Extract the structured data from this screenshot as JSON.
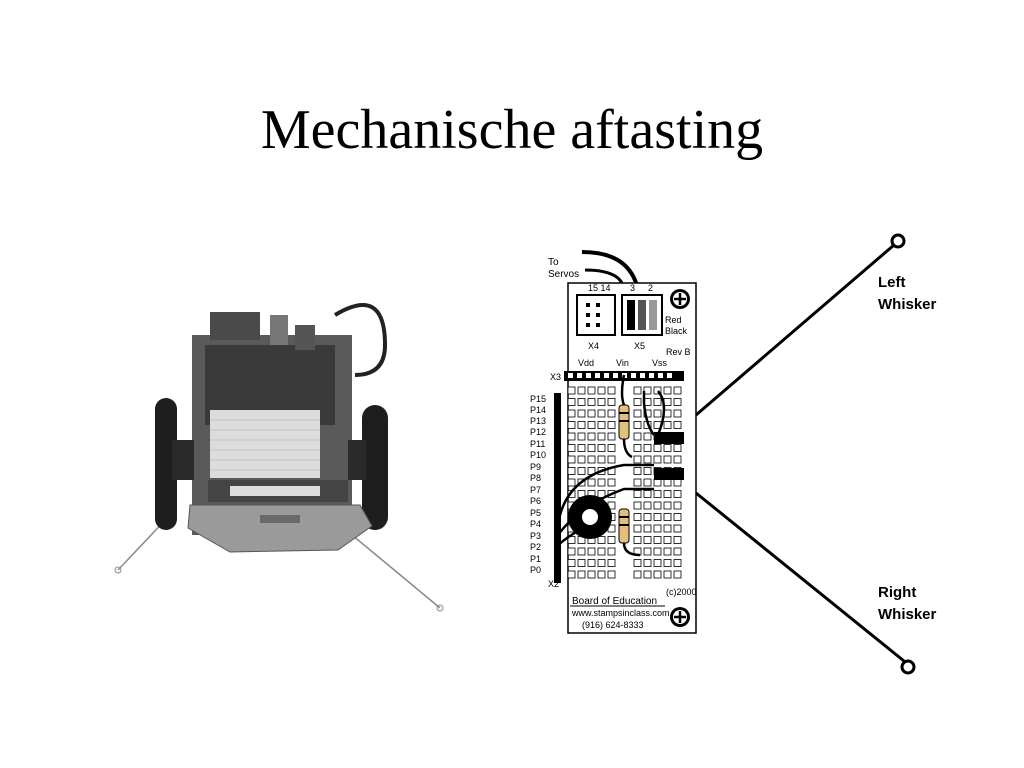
{
  "title": "Mechanische aftasting",
  "diagram": {
    "to_label": "To",
    "servos_label": "Servos",
    "x4_pins": "15 14",
    "x5_pins_a": "3",
    "x5_pins_b": "2",
    "x4_label": "X4",
    "x5_label": "X5",
    "red_label": "Red",
    "black_label": "Black",
    "rev_label": "Rev B",
    "vdd_label": "Vdd",
    "vin_label": "Vin",
    "vss_label": "Vss",
    "x3_label": "X3",
    "x2_label": "X2",
    "pins": [
      "P15",
      "P14",
      "P13",
      "P12",
      "P11",
      "P10",
      "P9",
      "P8",
      "P7",
      "P6",
      "P5",
      "P4",
      "P3",
      "P2",
      "P1",
      "P0"
    ],
    "copyright": "(c)2000",
    "board_name": "Board of Education",
    "website": "www.stampsinclass.com",
    "phone": "(916) 624-8333",
    "left_whisker_line1": "Left",
    "left_whisker_line2": "Whisker",
    "right_whisker_line1": "Right",
    "right_whisker_line2": "Whisker"
  }
}
